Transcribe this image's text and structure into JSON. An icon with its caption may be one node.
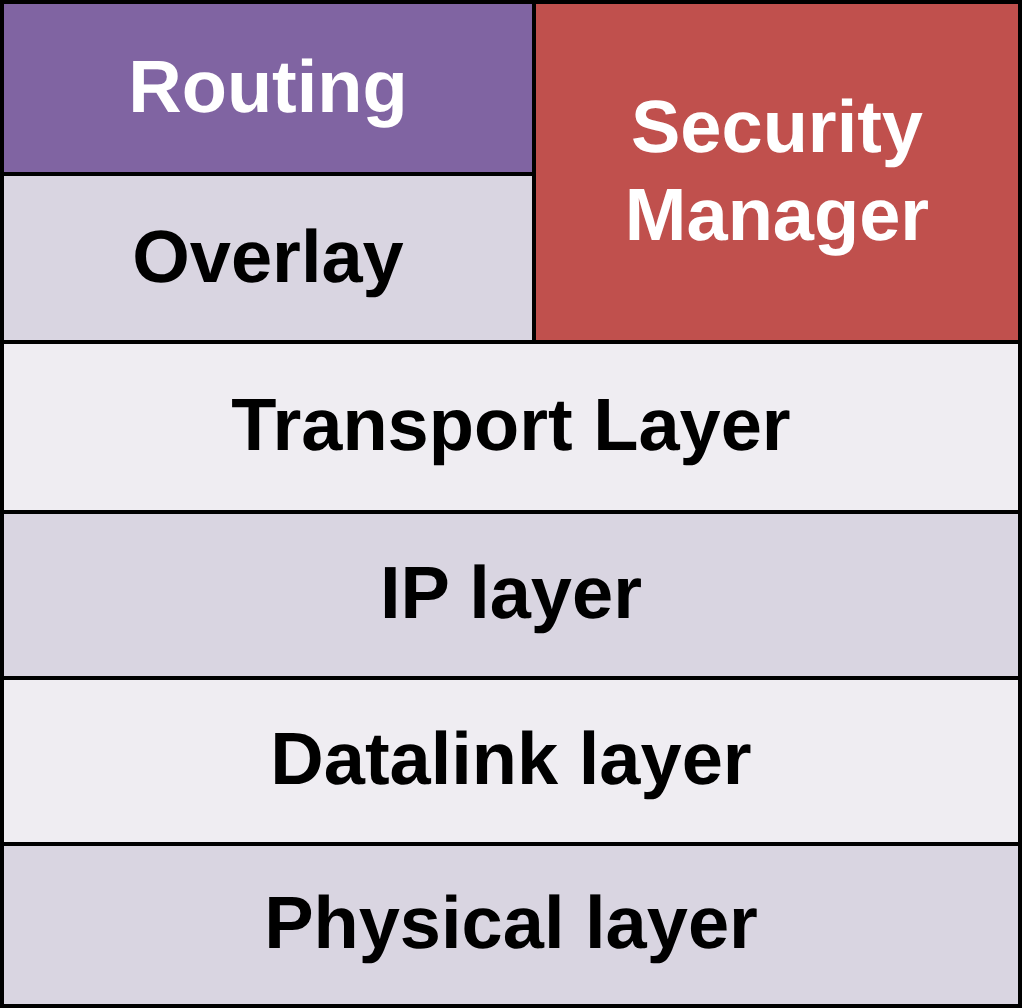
{
  "diagram": {
    "nodes": [
      {
        "text": [
          "Routing"
        ]
      },
      {
        "text": [
          "Overlay"
        ]
      },
      {
        "text": [
          "Security Manager"
        ]
      },
      {
        "text": [
          "Transport Layer"
        ]
      },
      {
        "text": [
          "IP layer"
        ]
      },
      {
        "text": [
          "Datalink layer"
        ]
      },
      {
        "text": [
          "Physical layer"
        ]
      }
    ]
  }
}
